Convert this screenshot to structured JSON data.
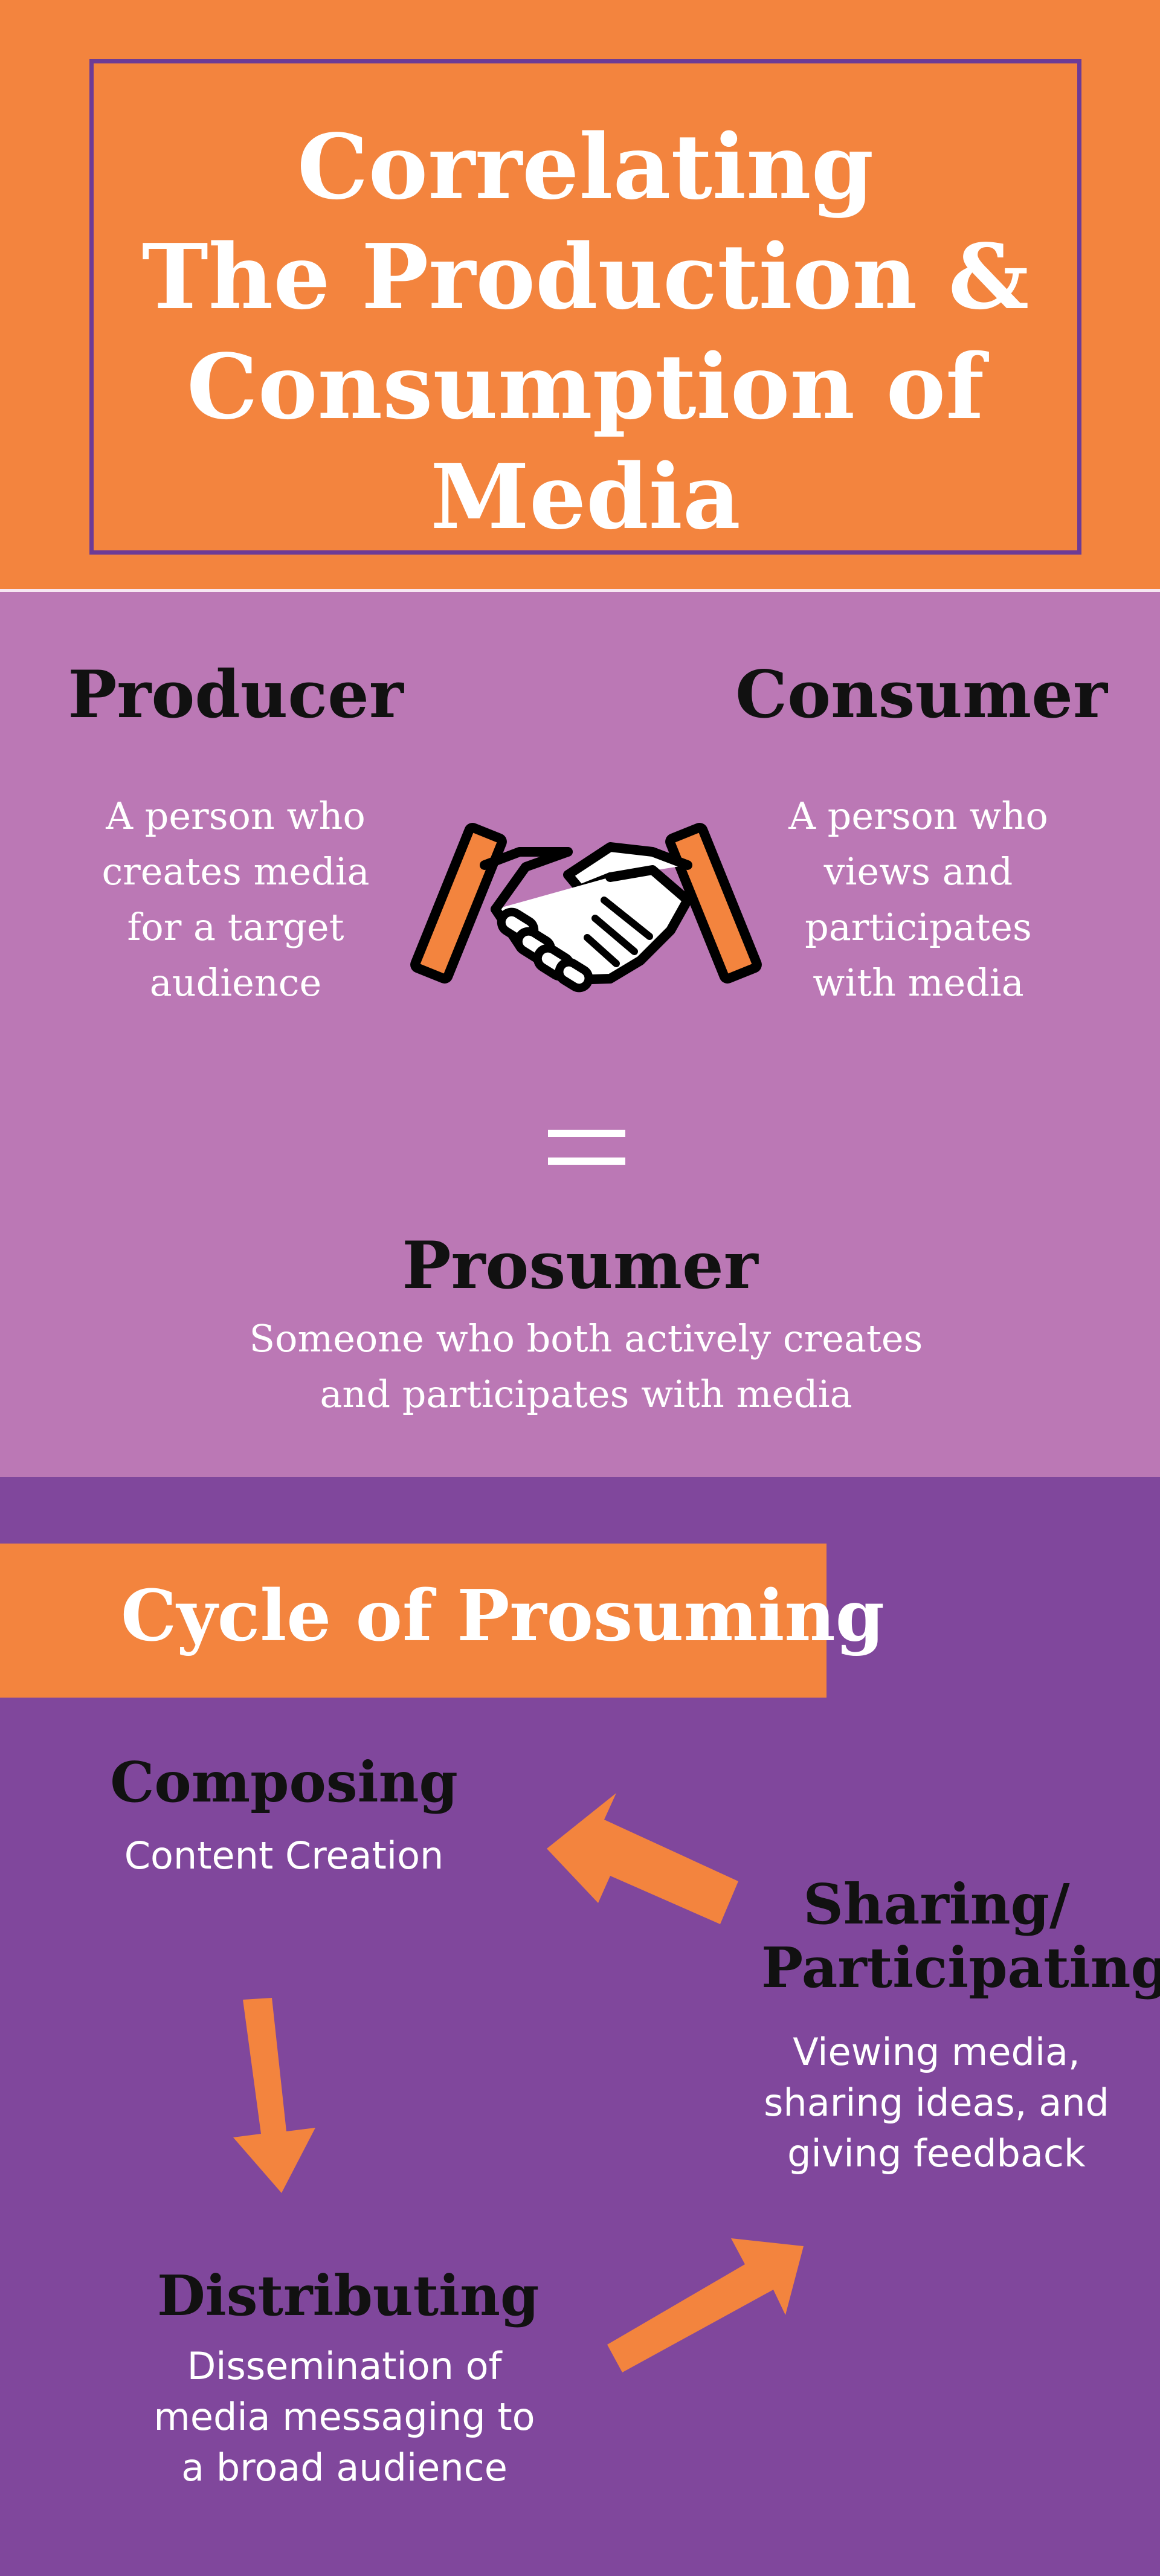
{
  "title": {
    "lines": [
      "Correlating",
      "The Production &",
      "Consumption of",
      "Media"
    ]
  },
  "producer": {
    "heading": "Producer",
    "lines": [
      "A person who",
      "creates media",
      "for a target",
      "audience"
    ]
  },
  "consumer": {
    "heading": "Consumer",
    "lines": [
      "A person who",
      "views and",
      "participates",
      "with media"
    ]
  },
  "handshake_icon": "handshake-icon",
  "equals_sign": "equals-sign",
  "prosumer": {
    "heading": "Prosumer",
    "lines": [
      "Someone who both actively creates",
      "and participates with media"
    ]
  },
  "cycle": {
    "banner": "Cycle of Prosuming",
    "composing": {
      "heading": "Composing",
      "lines": [
        "Content Creation"
      ]
    },
    "sharing": {
      "heading_lines": [
        "Sharing/",
        "Participating"
      ],
      "lines": [
        "Viewing media,",
        "sharing ideas, and",
        "giving feedback"
      ]
    },
    "distributing": {
      "heading": "Distributing",
      "lines": [
        "Dissemination of",
        "media messaging to",
        "a broad audience"
      ]
    },
    "arrow_icon": "arrow-icon"
  },
  "colors": {
    "orange": "#f3843e",
    "light_purple": "#bb78b5",
    "dark_purple": "#80479c",
    "title_border": "#6d3b96",
    "text_dark": "#111111",
    "text_light": "#ffffff"
  }
}
